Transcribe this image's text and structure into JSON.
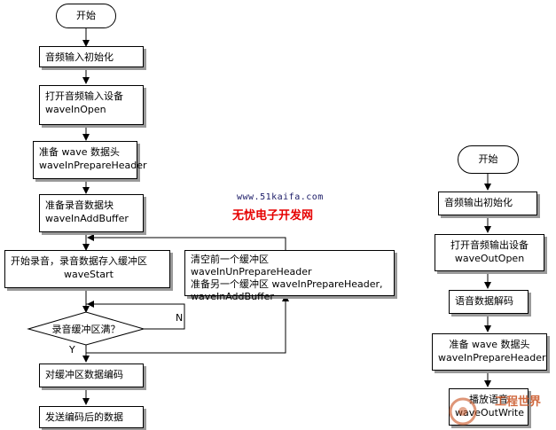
{
  "diagram": {
    "left": {
      "start": "开始",
      "init": "音频输入初始化",
      "open": [
        "打开音频输入设备",
        "waveInOpen"
      ],
      "prepare": [
        "准备 wave 数据头",
        "waveInPrepareHeader"
      ],
      "block": [
        "准备录音数据块",
        "waveInAddBuffer"
      ],
      "record": [
        "开始录音，录音数据存入缓冲区",
        "waveStart"
      ],
      "decision": "录音缓冲区满？",
      "no_label": "N",
      "yes_label": "Y",
      "encode": "对缓冲区数据编码",
      "send": "发送编码后的数据"
    },
    "middle": {
      "clear": [
        "清空前一个缓冲区 waveInUnPrepareHeader",
        "准备另一个缓冲区  waveInPrepareHeader,",
        "waveInAddBuffer"
      ]
    },
    "right": {
      "start": "开始",
      "init": "音频输出初始化",
      "open": [
        "打开音频输出设备",
        "waveOutOpen"
      ],
      "decode": "语音数据解码",
      "prepare": [
        "准备 wave 数据头",
        "waveInPrepareHeader"
      ],
      "play": [
        "播放语音",
        "waveOutWrite"
      ]
    }
  },
  "watermark": {
    "url": "www.51kaifa.com",
    "name": "无忧电子开发网",
    "logo_text": "工程世界"
  }
}
